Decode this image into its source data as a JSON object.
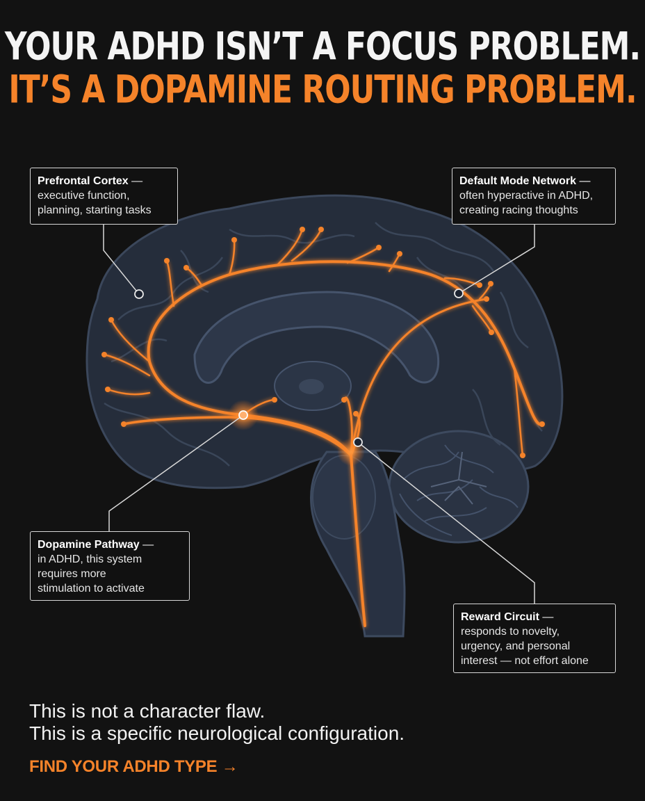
{
  "headline": {
    "line1": "YOUR ADHD ISN’T A FOCUS PROBLEM.",
    "line2": "IT’S A DOPAMINE ROUTING PROBLEM."
  },
  "callouts": {
    "prefrontal": {
      "title": "Prefrontal Cortex",
      "line1": "executive function,",
      "line2": "planning, starting tasks"
    },
    "default_mode": {
      "title": "Default Mode Network",
      "line1": "often hyperactive in ADHD,",
      "line2": "creating racing thoughts"
    },
    "dopamine": {
      "title": "Dopamine Pathway",
      "line1": "in ADHD, this system",
      "line2": "requires more",
      "line3": "stimulation to activate"
    },
    "reward": {
      "title": "Reward Circuit",
      "line1": "responds to novelty,",
      "line2": "urgency, and personal",
      "line3": "interest — not effort alone"
    },
    "separator": " —"
  },
  "footer": {
    "line1": "This is not a character flaw.",
    "line2": "This is a specific neurological configuration.",
    "cta": "FIND YOUR ADHD TYPE →"
  },
  "colors": {
    "background": "#121212",
    "accent": "#f5832a",
    "brain_fill": "#27303f",
    "brain_line": "#3d4a5f"
  }
}
